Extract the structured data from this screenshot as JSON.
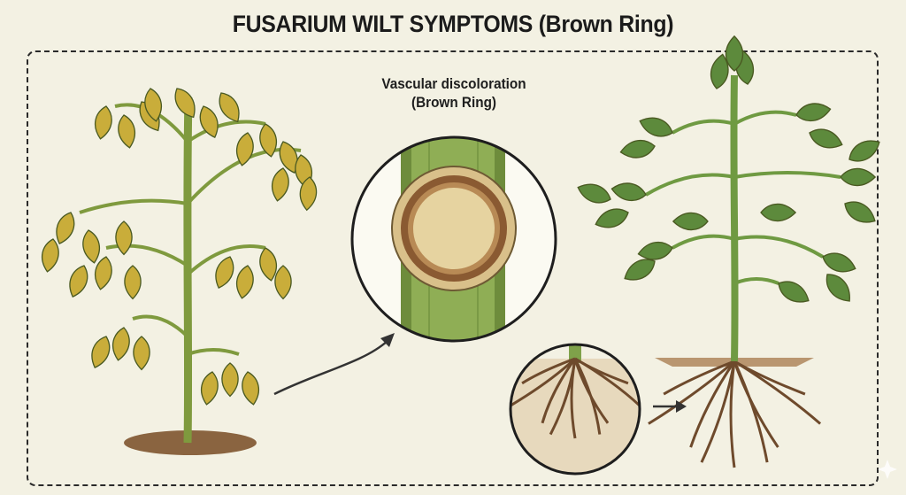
{
  "title": "FUSARIUM WILT SYMPTOMS (Brown Ring)",
  "caption": {
    "line1": "Vascular discoloration",
    "line2": "(Brown Ring)"
  },
  "colors": {
    "background": "#f3f1e3",
    "wilted_leaf": "#c9ad3a",
    "healthy_leaf": "#5d8a3c",
    "stem": "#7fa24a",
    "brown_ring": "#8a5a32",
    "root": "#6e4a2c"
  }
}
